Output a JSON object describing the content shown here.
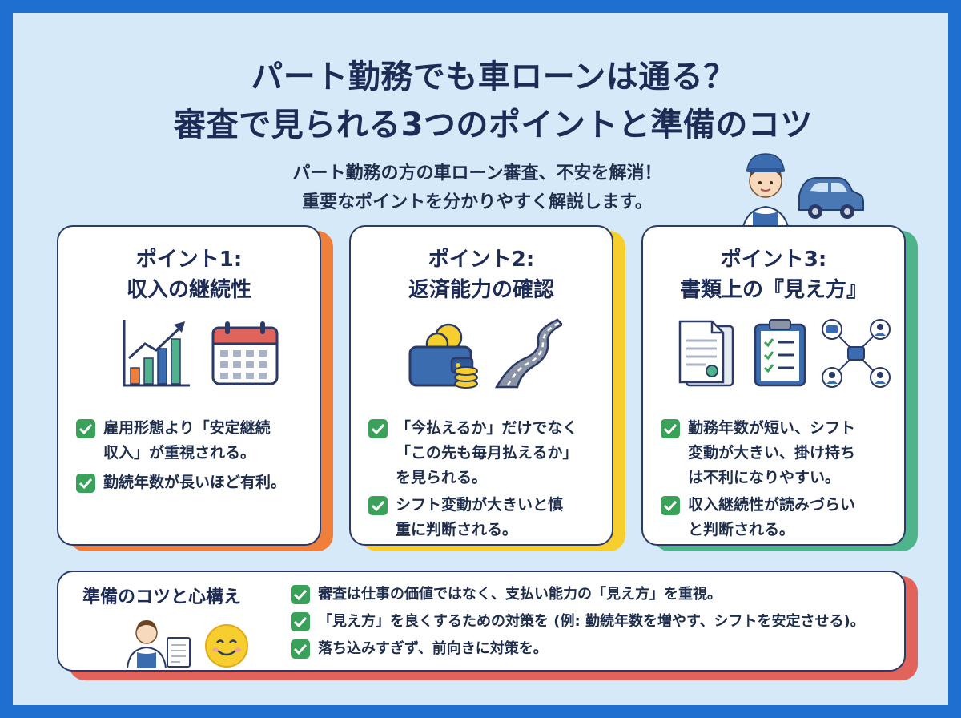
{
  "header": {
    "title_line1": "パート勤務でも車ローンは通る？",
    "title_line2": "審査で見られる3つのポイントと準備のコツ",
    "subtitle_line1": "パート勤務の方の車ローン審査、不安を解消！",
    "subtitle_line2": "重要なポイントを分かりやすく解説します。"
  },
  "points": [
    {
      "label": "ポイント1:",
      "heading": "収入の継続性",
      "accent": "#f07f3c",
      "bullets": [
        [
          "雇用形態より「安定継続",
          "収入」が重視される。"
        ],
        [
          "勤続年数が長いほど有利。"
        ]
      ]
    },
    {
      "label": "ポイント2:",
      "heading": "返済能力の確認",
      "accent": "#f6cf2f",
      "bullets": [
        [
          "「今払えるか」だけでなく",
          "「この先も毎月払えるか」",
          "を見られる。"
        ],
        [
          "シフト変動が大きいと慎",
          "重に判断される。"
        ]
      ]
    },
    {
      "label": "ポイント3:",
      "heading": "書類上の『見え方』",
      "accent": "#4fb48c",
      "bullets": [
        [
          "勤務年数が短い、シフト",
          "変動が大きい、掛け持ち",
          "は不利になりやすい。"
        ],
        [
          "収入継続性が読みづらい",
          "と判断される。"
        ]
      ]
    }
  ],
  "tips": {
    "title": "準備のコツと心構え",
    "accent": "#e0645c",
    "items": [
      "審査は仕事の価値ではなく、支払い能力の「見え方」を重視。",
      "「見え方」を良くするための対策を (例: 勤続年数を増やす、シフトを安定させる)。",
      "落ち込みすぎず、前向きに対策を。"
    ]
  },
  "colors": {
    "frame": "#1e6fd0",
    "background": "#d6e9f8",
    "navy": "#1d2b57",
    "check": "#3aa15a"
  }
}
